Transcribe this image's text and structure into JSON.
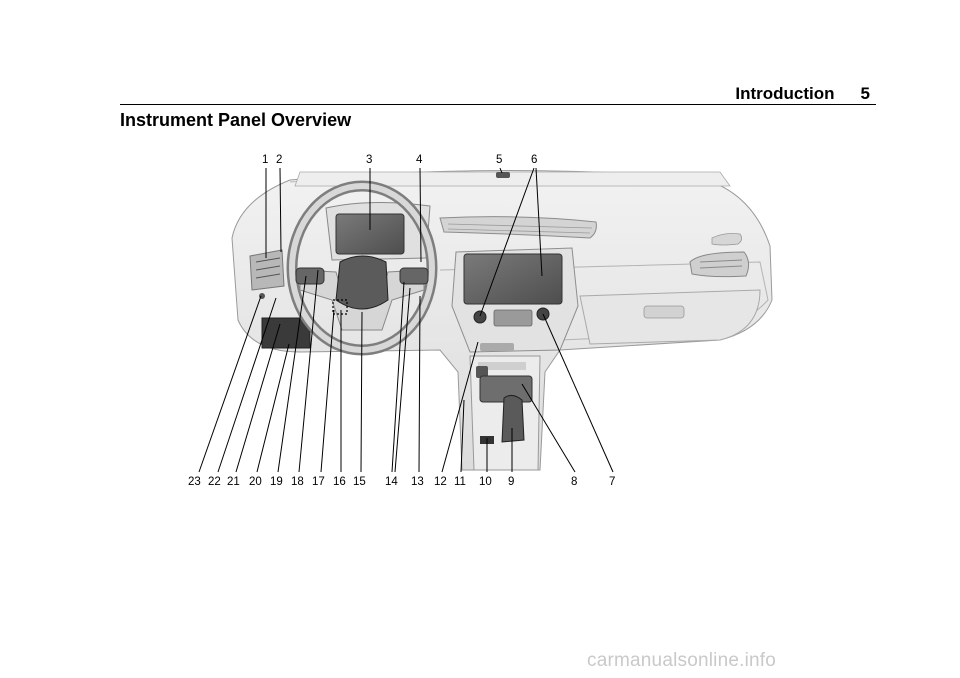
{
  "header": {
    "section": "Introduction",
    "page_number": "5"
  },
  "title": "Instrument Panel Overview",
  "figure": {
    "top_callouts": [
      "1",
      "2",
      "3",
      "4",
      "5",
      "6"
    ],
    "bottom_callouts": [
      "23",
      "22",
      "21",
      "20",
      "19",
      "18",
      "17",
      "16",
      "15",
      "14",
      "13",
      "12",
      "11",
      "10",
      "9",
      "8",
      "7"
    ]
  },
  "watermark": "carmanualsonline.info"
}
